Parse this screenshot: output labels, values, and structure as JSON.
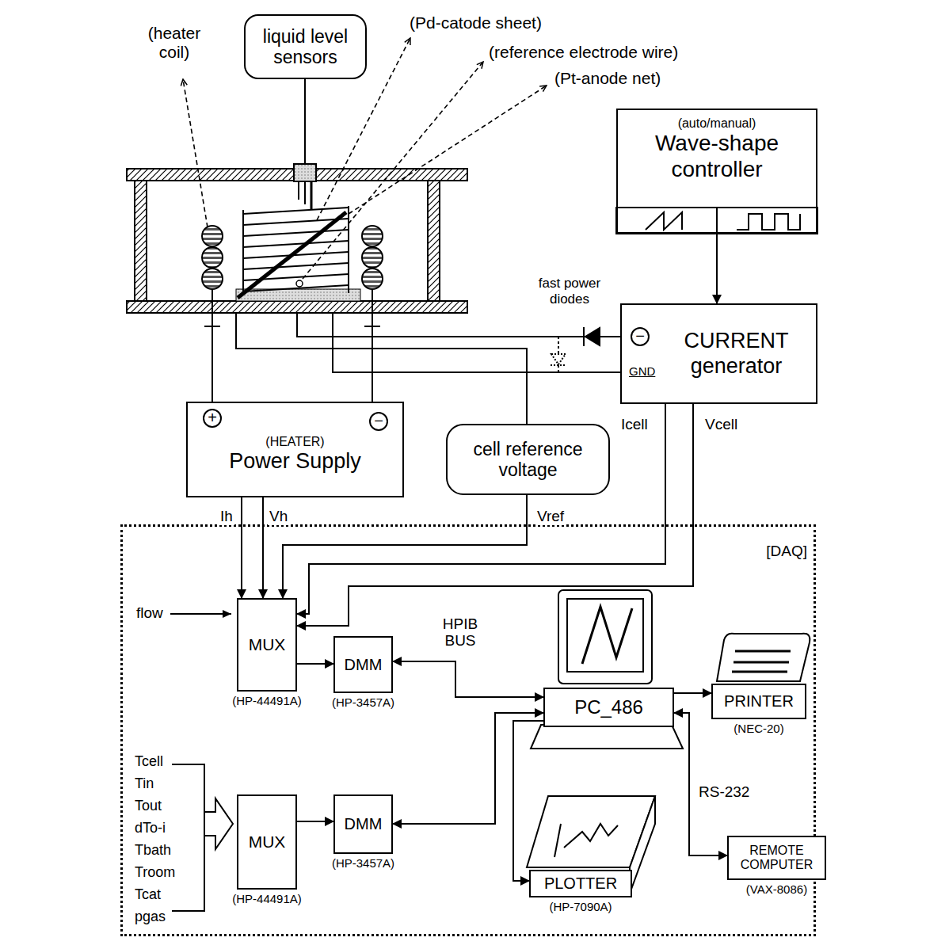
{
  "diagram": {
    "nodes": [
      {
        "text": [
          "liquid level sensors"
        ]
      },
      {
        "text": [
          "(auto/manual)",
          "Wave-shape controller"
        ]
      },
      {
        "text": [
          "CURRENT generator"
        ]
      },
      {
        "text": [
          "(HEATER)",
          "Power Supply"
        ]
      },
      {
        "text": [
          "cell reference voltage"
        ]
      },
      {
        "text": [
          "[DAQ]"
        ]
      },
      {
        "text": [
          "MUX",
          "(HP-44491A)"
        ],
        "in": 5
      },
      {
        "text": [
          "DMM",
          "(HP-3457A)"
        ],
        "in": 5
      },
      {
        "text": [
          "PC_486"
        ],
        "in": 5
      },
      {
        "text": [
          "PRINTER",
          "(NEC-20)"
        ],
        "in": 5
      },
      {
        "text": [
          "MUX",
          "(HP-44491A)"
        ],
        "in": 5
      },
      {
        "text": [
          "DMM",
          "(HP-3457A)"
        ],
        "in": 5
      },
      {
        "text": [
          "PLOTTER",
          "(HP-7090A)"
        ],
        "in": 5
      },
      {
        "text": [
          "REMOTE COMPUTER",
          "(VAX-8086)"
        ],
        "in": 5
      }
    ],
    "edges": [
      {
        "from": 1,
        "to": 2,
        "arrow": "to"
      },
      {
        "from": 2,
        "to": 6,
        "arrow": "to",
        "label": "Icell"
      },
      {
        "from": 2,
        "to": 6,
        "arrow": "to",
        "label": "Vcell"
      },
      {
        "from": 3,
        "to": 6,
        "arrow": "to",
        "label": "Ih"
      },
      {
        "from": 3,
        "to": 6,
        "arrow": "to",
        "label": "Vh"
      },
      {
        "from": 4,
        "to": 6,
        "arrow": "to",
        "label": "Vref"
      },
      {
        "from": 6,
        "to": 7,
        "arrow": "to"
      },
      {
        "from": 10,
        "to": 11,
        "arrow": "to"
      },
      {
        "from": 7,
        "to": 8,
        "arrow": "both",
        "label": "HPIB BUS"
      },
      {
        "from": 11,
        "to": 8,
        "arrow": "both"
      },
      {
        "from": 8,
        "to": 12,
        "arrow": "to"
      },
      {
        "from": 8,
        "to": 9,
        "arrow": "to"
      },
      {
        "from": 8,
        "to": 13,
        "arrow": "both",
        "label": "RS-232"
      }
    ],
    "labels": [
      "(heater coil)",
      "(Pd-catode sheet)",
      "(reference electrode wire)",
      "(Pt-anode net)",
      "fast power diodes",
      "+",
      "−",
      "−",
      "GND",
      "flow",
      "Tcell",
      "Tin",
      "Tout",
      "dTo-i",
      "Tbath",
      "Troom",
      "Tcat",
      "pgas"
    ]
  }
}
